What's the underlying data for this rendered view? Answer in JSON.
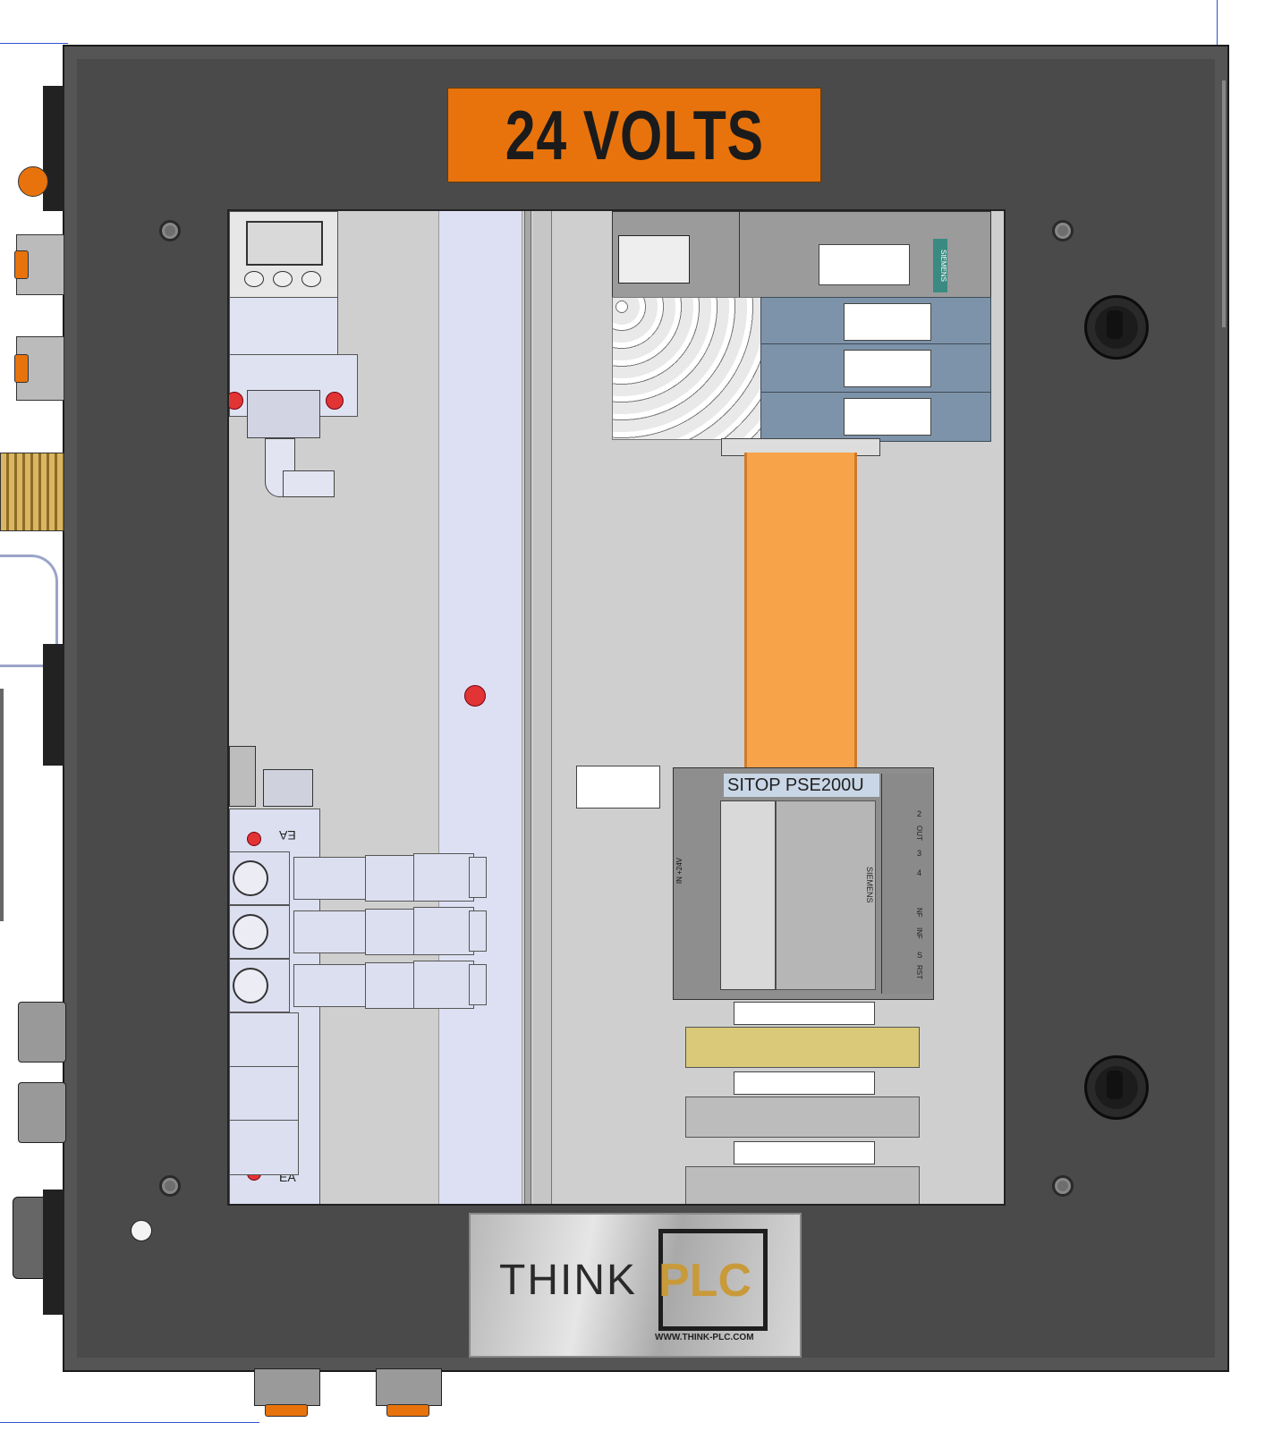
{
  "panel": {
    "voltage_label": "24 VOLTS"
  },
  "power_supply": {
    "model_label": "SITOP PSE200U",
    "brand": "SIEMENS",
    "input_label": "IN +24V",
    "terminal_labels": [
      "2",
      "OUT",
      "3",
      "4",
      "NF",
      "INF",
      "S",
      "RST"
    ]
  },
  "plc": {
    "brand": "SIEMENS"
  },
  "valve_manifold": {
    "port_labels": [
      "EA",
      "EA"
    ]
  },
  "nameplate": {
    "brand_think": "THINK",
    "brand_plc": "PLC",
    "url": "WWW.THINK-PLC.COM"
  },
  "colors": {
    "enclosure": "#4a4a4a",
    "warning_orange": "#e8730c",
    "din_rail_orange": "#f7a349",
    "subpanel": "#cfcfcf",
    "io_module": "#7d93a9",
    "brand_gold": "#c99a3a"
  }
}
